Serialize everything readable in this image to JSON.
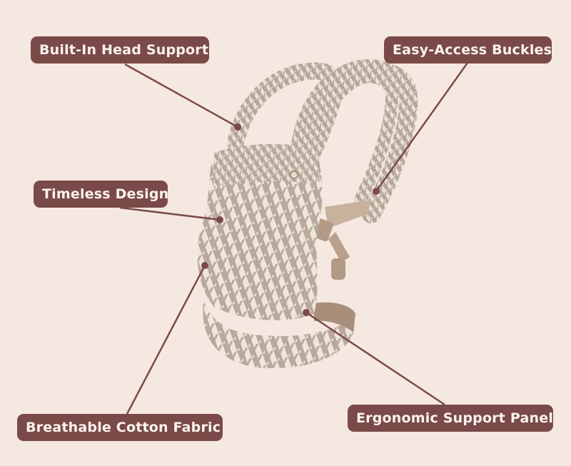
{
  "colors": {
    "background": "#f5e8e0",
    "label_bg": "#7a4a48",
    "label_text": "#fbf3ee",
    "leader_line": "#7a4a48",
    "fabric_light": "#eee6dc",
    "fabric_dark": "#b9a89b",
    "strap_tan": "#b8a08c"
  },
  "product": {
    "name": "Houndstooth baby carrier",
    "pattern": "houndstooth"
  },
  "callouts": [
    {
      "id": "head-support",
      "label": "Built-In Head Support"
    },
    {
      "id": "buckles",
      "label": "Easy-Access Buckles"
    },
    {
      "id": "timeless-design",
      "label": "Timeless Design"
    },
    {
      "id": "cotton-fabric",
      "label": "Breathable Cotton Fabric"
    },
    {
      "id": "support-panel",
      "label": "Ergonomic Support Panel"
    }
  ]
}
